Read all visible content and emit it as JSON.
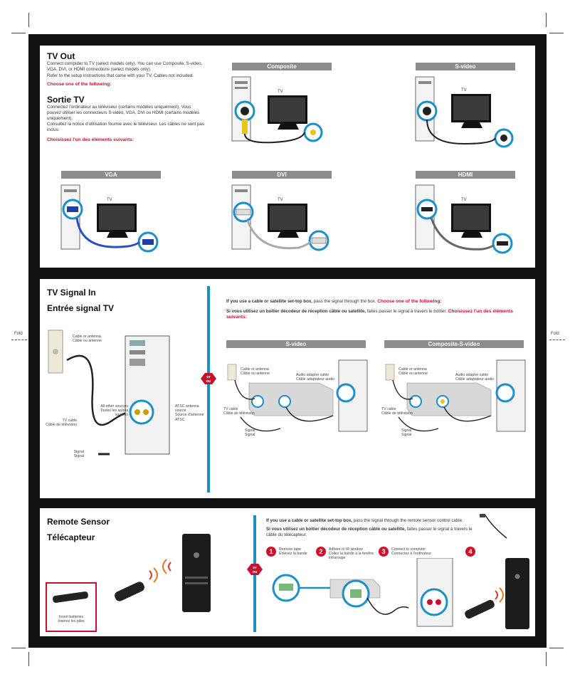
{
  "fold_labels": {
    "left": "Fold",
    "right": "Fold"
  },
  "tv_out": {
    "title_en": "TV Out",
    "body_en_1": "Connect computer to TV (select models only). You can use Composite, S-video, VGA, DVI, or HDMI connections (select models only).",
    "body_en_2": "Refer to the setup instructions that came with your TV. Cables not included.",
    "choose_en": "Choose one of the following:",
    "title_fr": "Sortie TV",
    "body_fr_1": "Connectez l'ordinateur au téléviseur (certains modèles uniquement). Vous pouvez utiliser les connecteurs S-vidéo, VGA, DVI ou HDMI (certains modèles uniquement).",
    "body_fr_2": "Consultez la notice d'utilisation fournie avec le téléviseur. Les câbles ne sont pas inclus.",
    "choose_fr": "Choisissez l'un des éléments suivants:",
    "options": [
      "Composite",
      "S-video",
      "VGA",
      "DVI",
      "HDMI"
    ],
    "tv_label": "TV"
  },
  "tv_signal": {
    "title_en": "TV Signal In",
    "title_fr": "Entrée signal TV",
    "cable_antenna": "Cable or antenna",
    "cable_antenne": "Câble ou antenne",
    "all_other_sources": "All other sources",
    "toutes_sources": "Toutes les autres sources",
    "atsc": "ATSC antenna source",
    "atsc_fr": "Source d'antenne ATSC",
    "tv_cable": "TV cable",
    "cable_tele": "Câble de télévision",
    "signal": "Signal",
    "signal_fr": "Signal",
    "intro_en_b": "If you use a cable or satellite set-top box,",
    "intro_en": " pass the signal through the box.",
    "intro_en_choose": "Choose one of the following:",
    "intro_fr_b": "Si vous utilisez un boîtier décodeur de réception câble ou satellite,",
    "intro_fr": " faites passer le signal à travers le boîtier.",
    "intro_fr_choose": "Choisissez l'un des éléments suivants:",
    "options": [
      "S-video",
      "Composite-S-video"
    ],
    "audio_cable": "Audio adaptor cable",
    "audio_cable_fr": "Câble adaptateur audio"
  },
  "or_badge": {
    "en": "or",
    "fr": "ou"
  },
  "remote": {
    "title_en": "Remote Sensor",
    "title_fr": "Télécapteur",
    "intro_en_b": "If you use a cable or satellite set-top box,",
    "intro_en": " pass the signal through the remote sensor control cable.",
    "intro_fr_b": "Si vous utilisez un boîtier décodeur de réception câble ou satellite,",
    "intro_fr": " faites passer le signal à travers le câble du télécapteur.",
    "battery_en": "Insert batteries",
    "battery_fr": "Insérez les piles",
    "steps": [
      {
        "n": "1",
        "en": "Remove tape",
        "fr": "Enlevez la bande"
      },
      {
        "n": "2",
        "en": "Adhere to IR window",
        "fr": "Collez la bande à la fenêtre infrarouge"
      },
      {
        "n": "3",
        "en": "Connect to computer",
        "fr": "Connectez à l'ordinateur"
      },
      {
        "n": "4",
        "en": "",
        "fr": ""
      }
    ]
  }
}
